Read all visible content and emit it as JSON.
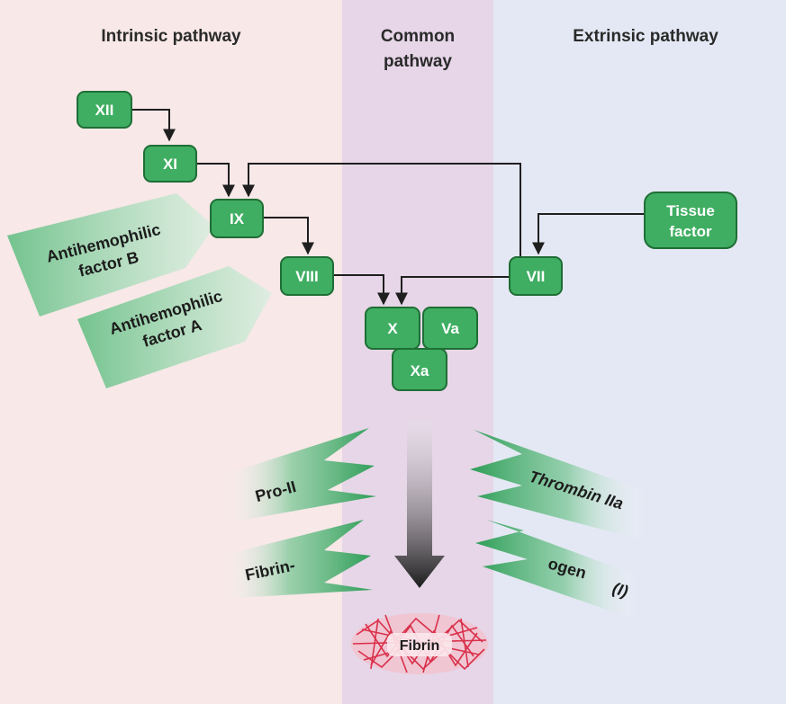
{
  "colors": {
    "intrinsic_bg": "#f8e8e8",
    "common_bg": "#e6d6e8",
    "extrinsic_bg": "#e4e8f4",
    "factor_fill": "#3fae62",
    "factor_stroke": "#1f6e35",
    "connector": "#1f1f1f",
    "fibrin_red": "#d9304a"
  },
  "headers": {
    "intrinsic": "Intrinsic pathway",
    "common_line1": "Common",
    "common_line2": "pathway",
    "extrinsic": "Extrinsic pathway"
  },
  "factors": {
    "xii": "XII",
    "xi": "XI",
    "ix": "IX",
    "viii": "VIII",
    "vii": "VII",
    "tissue_line1": "Tissue",
    "tissue_line2": "factor",
    "x": "X",
    "va": "Va",
    "xa": "Xa"
  },
  "labels": {
    "antihemophilic_b_line1": "Antihemophilic",
    "antihemophilic_b_line2": "factor B",
    "antihemophilic_a_line1": "Antihemophilic",
    "antihemophilic_a_line2": "factor A",
    "pro_ii": "Pro-II",
    "thrombin": "Thrombin IIa",
    "fibrin_dash": "Fibrin-",
    "ogen": "ogen",
    "ogen_i": "(I)",
    "fibrin": "Fibrin"
  }
}
